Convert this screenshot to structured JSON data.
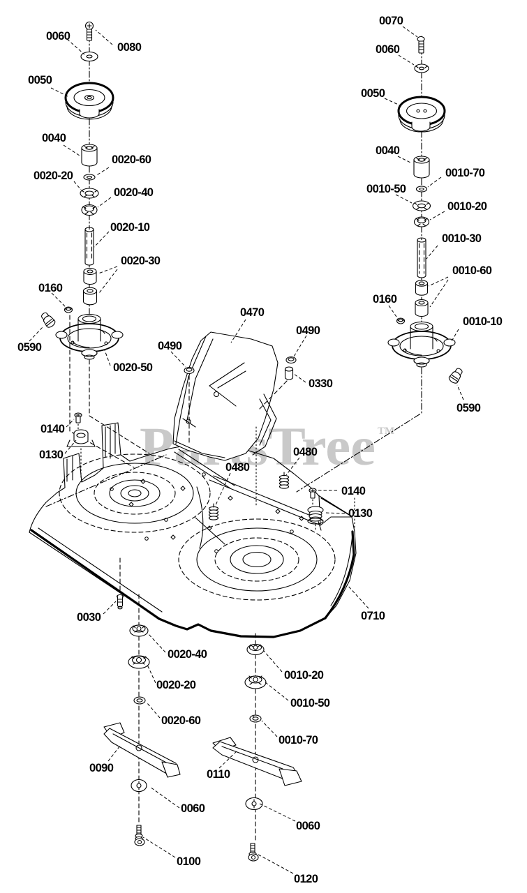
{
  "watermark": {
    "text": "PartsTree",
    "trademark": "TM"
  },
  "colors": {
    "line": "#000000",
    "watermark": "#c9c9c9",
    "background": "#ffffff"
  },
  "callouts": {
    "l_0060": "0060",
    "l_0080": "0080",
    "l_0050": "0050",
    "l_0040": "0040",
    "l_0020_60": "0020-60",
    "l_0020_20": "0020-20",
    "l_0020_40": "0020-40",
    "l_0020_10": "0020-10",
    "l_0020_30": "0020-30",
    "l_0160": "0160",
    "l_0590": "0590",
    "l_0020_50": "0020-50",
    "r_0070": "0070",
    "r_0060": "0060",
    "r_0050": "0050",
    "r_0040": "0040",
    "r_0010_70": "0010-70",
    "r_0010_50": "0010-50",
    "r_0010_20": "0010-20",
    "r_0010_30": "0010-30",
    "r_0010_60": "0010-60",
    "r_0160": "0160",
    "r_0010_10": "0010-10",
    "r_0590": "0590",
    "m_0470": "0470",
    "m_0490_left": "0490",
    "m_0490_right": "0490",
    "m_0330": "0330",
    "m_0480_left": "0480",
    "m_0480_right": "0480",
    "m_0140_left": "0140",
    "m_0130_left": "0130",
    "m_0140_right": "0140",
    "m_0130_right": "0130",
    "b_0030": "0030",
    "b_0710": "0710",
    "b_0020_40": "0020-40",
    "b_0020_20": "0020-20",
    "b_0020_60": "0020-60",
    "b_0010_20": "0010-20",
    "b_0010_50": "0010-50",
    "b_0010_70": "0010-70",
    "b_0090": "0090",
    "b_0110": "0110",
    "b_0060_left": "0060",
    "b_0060_right": "0060",
    "b_0100": "0100",
    "b_0120": "0120"
  }
}
